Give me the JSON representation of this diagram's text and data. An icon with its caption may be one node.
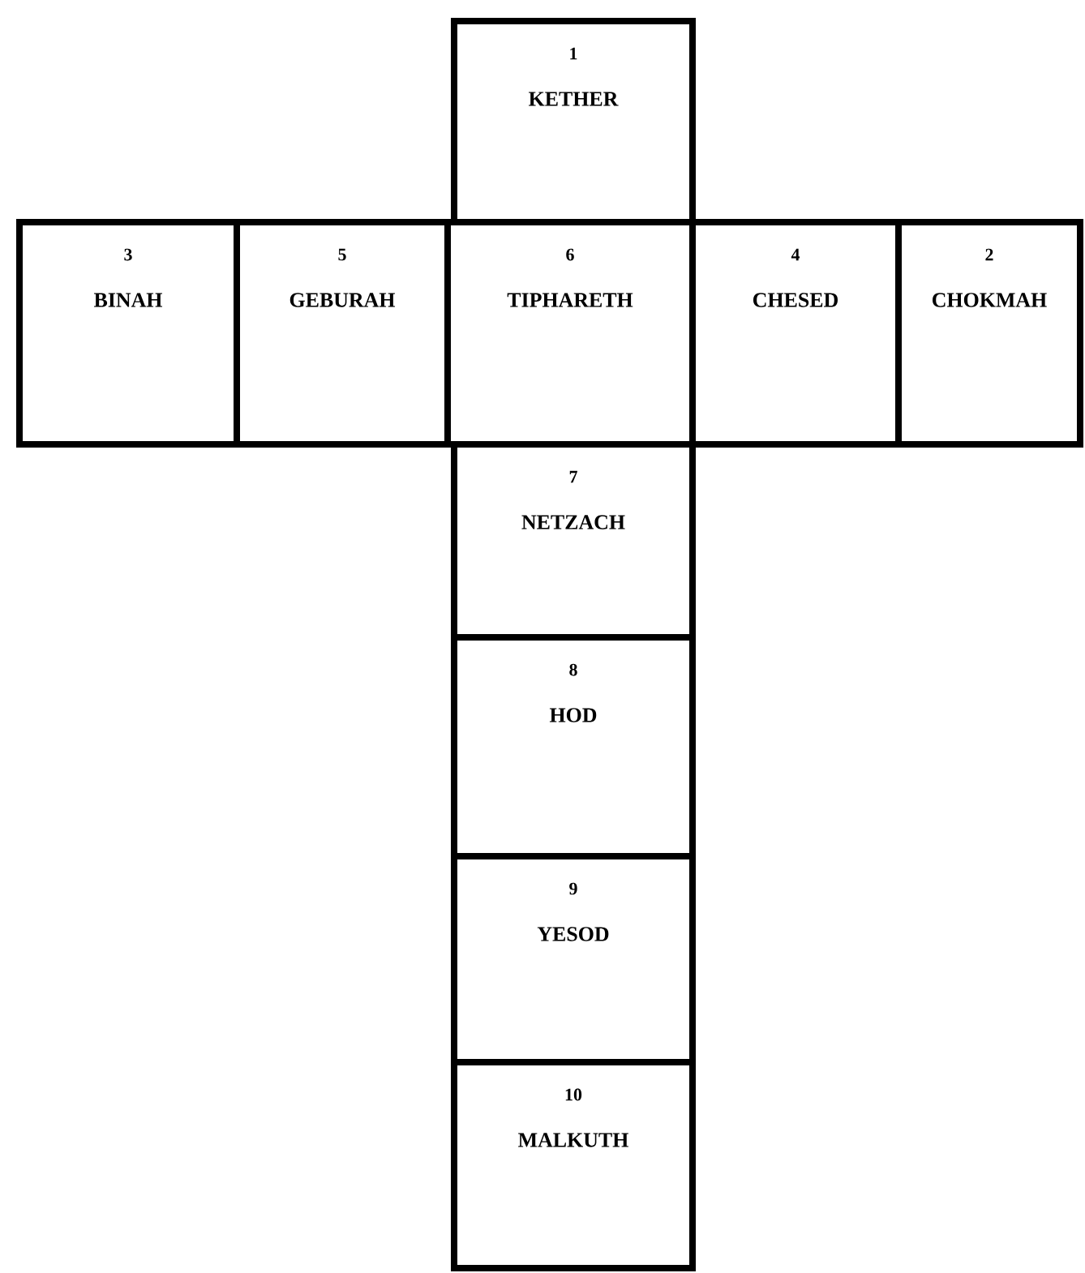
{
  "diagram": {
    "nodes": [
      {
        "text": [
          "1",
          "KETHER"
        ]
      },
      {
        "text": [
          "3",
          "BINAH"
        ]
      },
      {
        "text": [
          "5",
          "GEBURAH"
        ]
      },
      {
        "text": [
          "6",
          "TIPHARETH"
        ]
      },
      {
        "text": [
          "4",
          "CHESED"
        ]
      },
      {
        "text": [
          "2",
          "CHOKMAH"
        ]
      },
      {
        "text": [
          "7",
          "NETZACH"
        ]
      },
      {
        "text": [
          "8",
          "HOD"
        ]
      },
      {
        "text": [
          "9",
          "YESOD"
        ]
      },
      {
        "text": [
          "10",
          "MALKUTH"
        ]
      }
    ]
  }
}
